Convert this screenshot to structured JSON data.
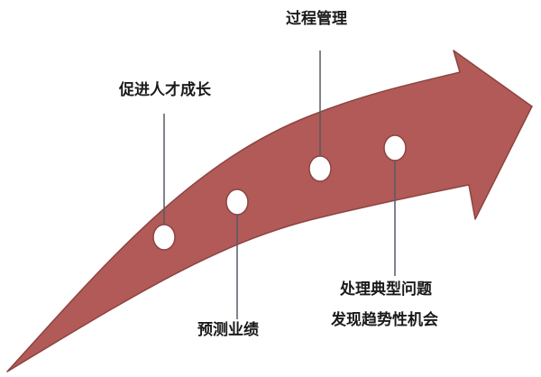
{
  "colors": {
    "arrow": "#B15A57",
    "arrow_edge": "#8C4441",
    "marker_fill": "#ffffff",
    "marker_stroke": "#8C4441",
    "connector": "#555a66"
  },
  "milestones": [
    {
      "label": "促进人才成长"
    },
    {
      "label": "过程管理"
    },
    {
      "label": "预测业绩"
    },
    {
      "label": "处理典型问题",
      "label_line2": "发现趋势性机会"
    }
  ]
}
